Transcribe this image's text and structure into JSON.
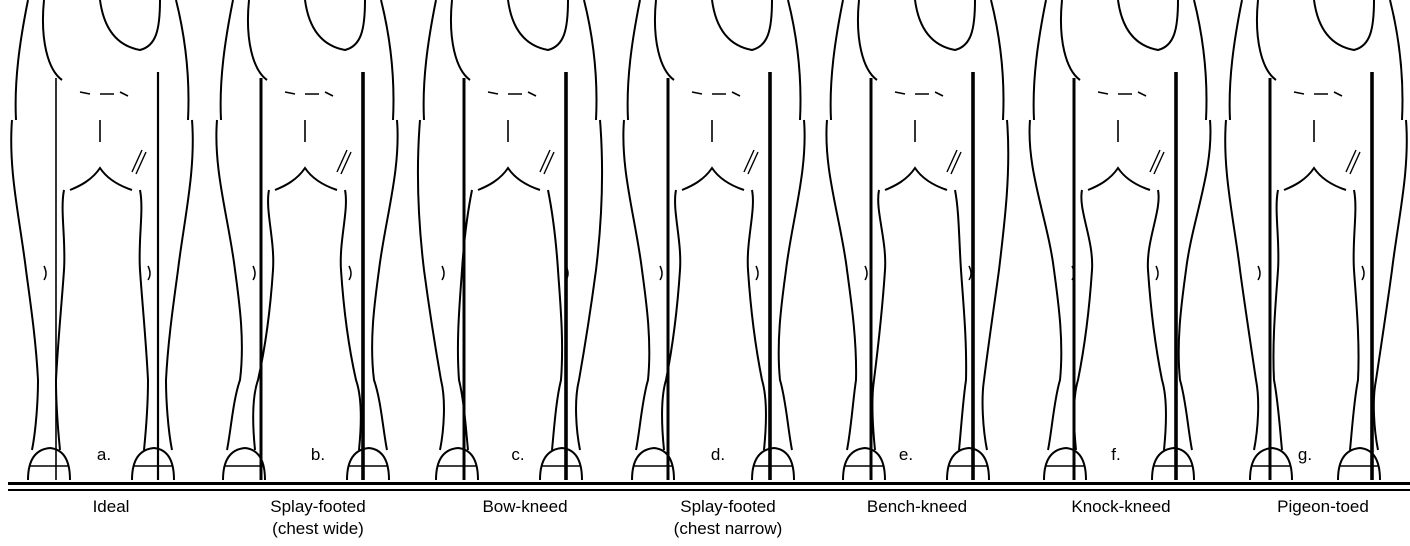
{
  "panels": [
    {
      "letter": "a.",
      "caption": [
        "Ideal"
      ]
    },
    {
      "letter": "b.",
      "caption": [
        "Splay-footed",
        "(chest wide)"
      ]
    },
    {
      "letter": "c.",
      "caption": [
        "Bow-kneed"
      ]
    },
    {
      "letter": "d.",
      "caption": [
        "Splay-footed",
        "(chest narrow)"
      ]
    },
    {
      "letter": "e.",
      "caption": [
        "Bench-kneed"
      ]
    },
    {
      "letter": "f.",
      "caption": [
        "Knock-kneed"
      ]
    },
    {
      "letter": "g.",
      "caption": [
        "Pigeon-toed"
      ]
    }
  ]
}
